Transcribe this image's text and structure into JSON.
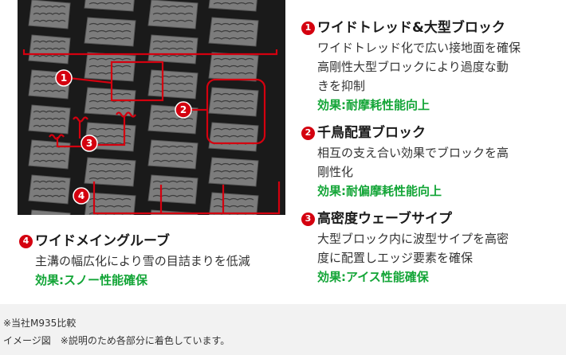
{
  "features": [
    {
      "number": "1",
      "title": "ワイドトレッド&大型ブロック",
      "description": [
        "ワイドトレッド化で広い接地面を確保",
        "高剛性大型ブロックにより過度な動",
        "きを抑制"
      ],
      "effect": "効果:耐摩耗性能向上"
    },
    {
      "number": "2",
      "title": "千鳥配置ブロック",
      "description": [
        "相互の支え合い効果でブロックを高",
        "剛性化"
      ],
      "effect": "効果:耐偏摩耗性能向上"
    },
    {
      "number": "3",
      "title": "高密度ウェーブサイプ",
      "description": [
        "大型ブロック内に波型サイプを高密",
        "度に配置しエッジ要素を確保"
      ],
      "effect": "効果:アイス性能確保"
    },
    {
      "number": "4",
      "title": "ワイドメイングルーブ",
      "description": [
        "主溝の幅広化により雪の目詰まりを低減"
      ],
      "effect": "効果:スノー性能確保"
    }
  ],
  "callouts": [
    "1",
    "2",
    "3",
    "4"
  ],
  "footnotes": [
    "※当社M935比較",
    "イメージ図　※説明のため各部分に着色しています。"
  ],
  "colors": {
    "accent_red": "#d4000f",
    "effect_green": "#13a537",
    "tread_dark": "#1a1a1a",
    "block_gray": "#7c7c7c"
  }
}
